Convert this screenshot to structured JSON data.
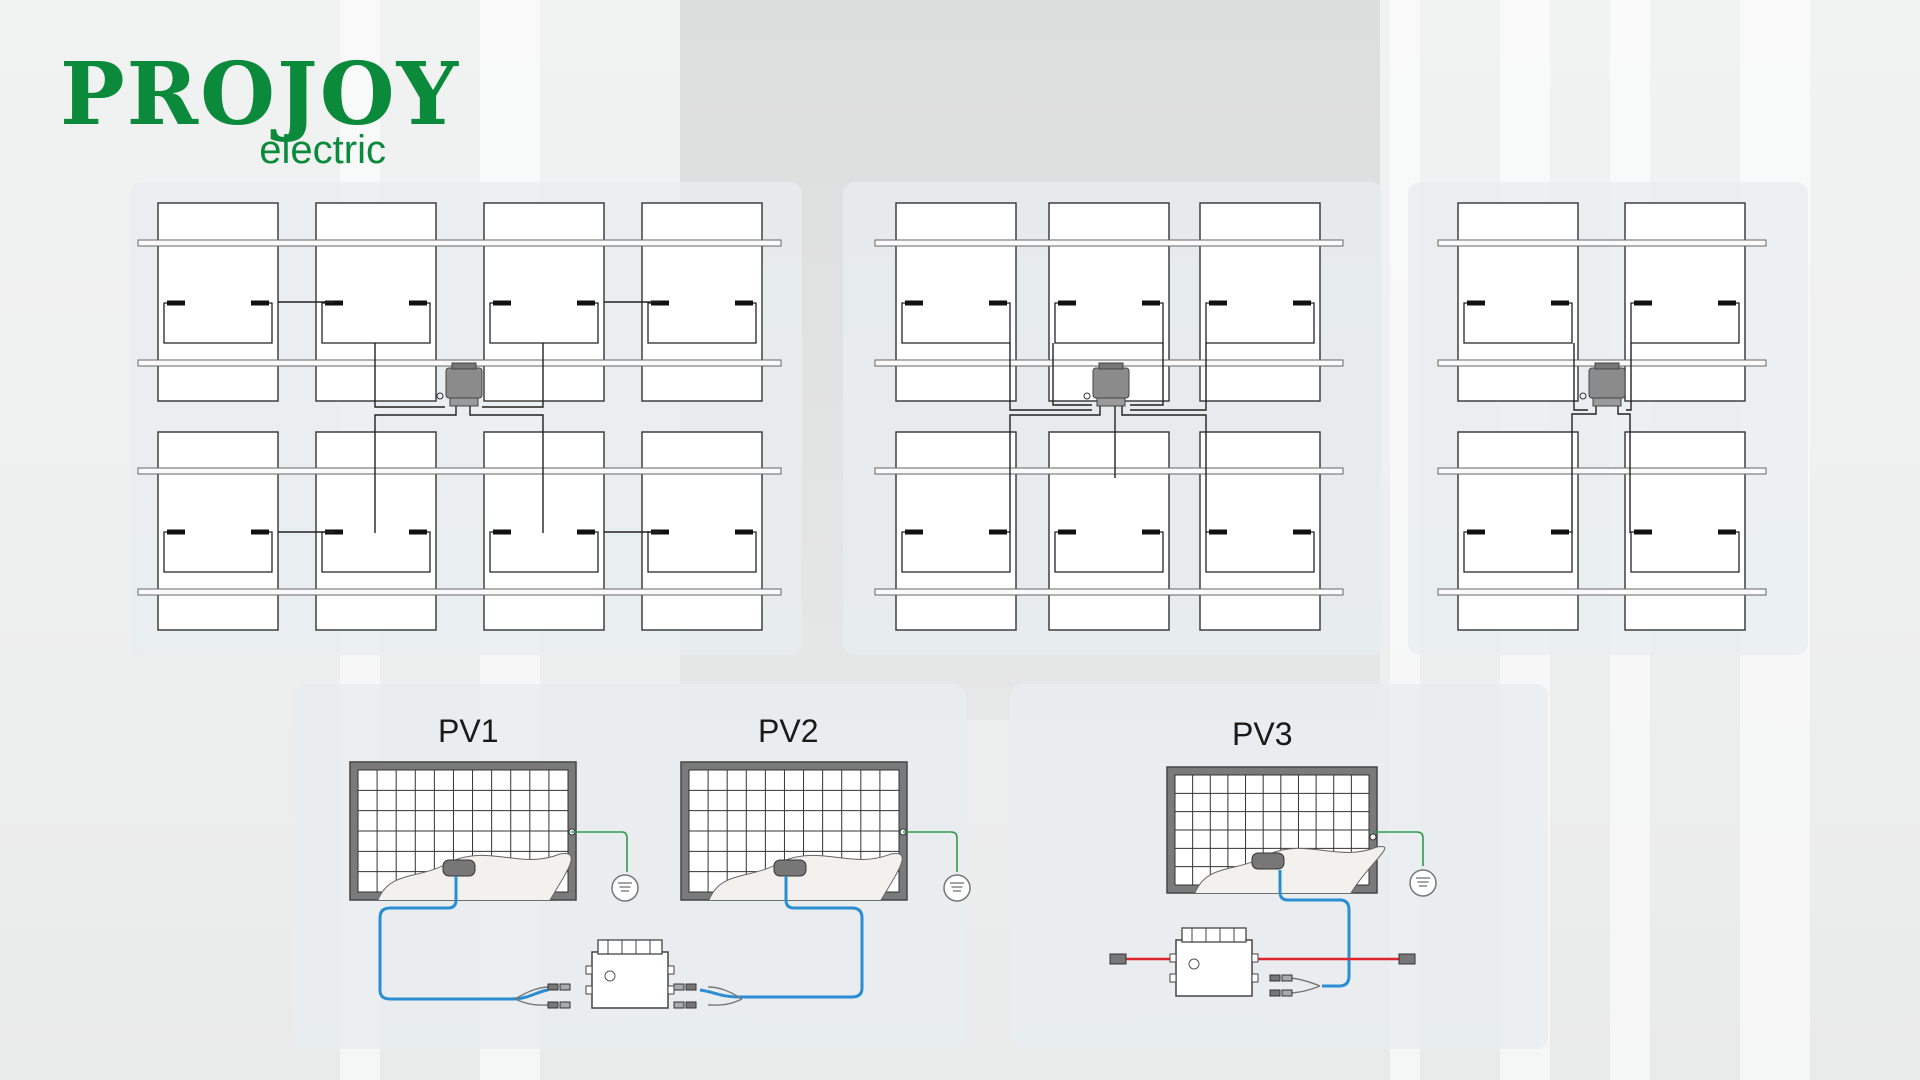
{
  "brand": {
    "name": "PROJOY",
    "tagline": "electric",
    "color": "#0c8a3c"
  },
  "colors": {
    "dc_cable": "#2b8ed3",
    "ground_cable": "#2f9b4a",
    "ac_cable": "#e0262b",
    "wire": "#222222"
  },
  "diagrams": {
    "left": {
      "modules": 8,
      "inverter_icon": "microinverter-icon"
    },
    "middle": {
      "modules": 6,
      "inverter_icon": "microinverter-icon"
    },
    "right": {
      "modules": 4,
      "inverter_icon": "microinverter-icon"
    }
  },
  "schematics": {
    "dual": {
      "pv_a": "PV1",
      "pv_b": "PV2"
    },
    "single": {
      "pv": "PV3"
    }
  }
}
